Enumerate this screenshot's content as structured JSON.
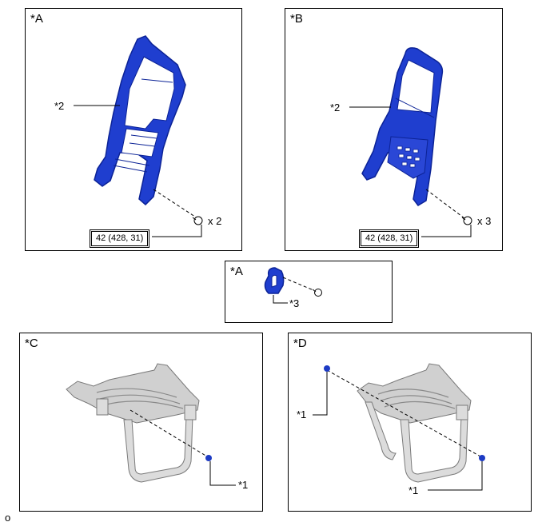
{
  "panels": {
    "top_left": {
      "label": "*A",
      "callout": "*2",
      "qty": "x 2",
      "torque": "42 (428, 31)"
    },
    "top_right": {
      "label": "*B",
      "callout": "*2",
      "qty": "x 3",
      "torque": "42 (428, 31)"
    },
    "middle": {
      "label": "*A",
      "callout": "*3"
    },
    "bottom_left": {
      "label": "*C",
      "callout": "*1"
    },
    "bottom_right": {
      "label": "*D",
      "callout": "*1",
      "callout_b": "*1"
    }
  },
  "footer": {
    "code": "o"
  },
  "colors": {
    "frame_blue": "#1f3ecf",
    "frame_dark": "#0c2396",
    "frame_gray": "#c8c8c8",
    "pin_blue": "#1d3bc4"
  },
  "icons": [
    "seatback-frame-icon",
    "bolt-icon",
    "seat-cushion-frame-icon",
    "pin-icon",
    "bracket-icon"
  ]
}
